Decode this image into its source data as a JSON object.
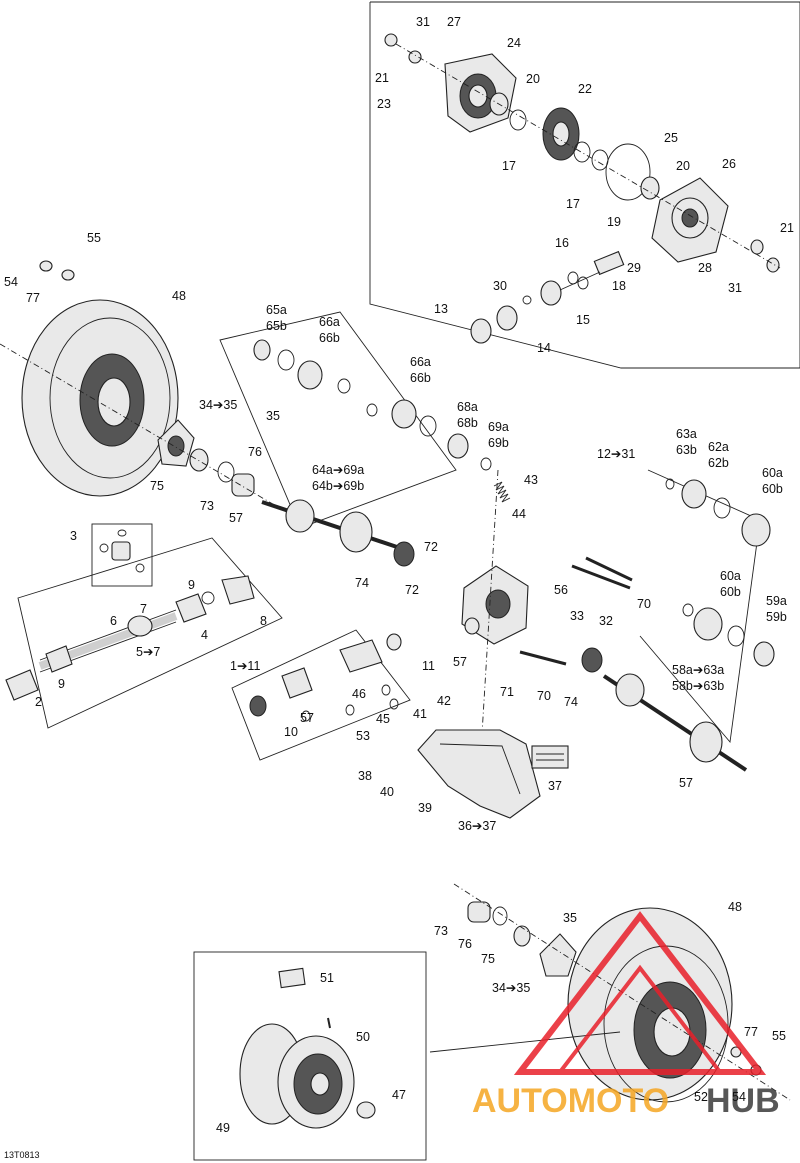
{
  "diagram_code": "13T0813",
  "watermark": {
    "auto": "AUTOMOTO",
    "hub": "HUB",
    "accent_color": "#e8202a",
    "secondary_color": "#f5a623",
    "text_color": "#3a3a3a"
  },
  "labels": {
    "l31a": "31",
    "l27": "27",
    "l24": "24",
    "l21a": "21",
    "l23": "23",
    "l20a": "20",
    "l22": "22",
    "l17a": "17",
    "l17b": "17",
    "l25": "25",
    "l20b": "20",
    "l26": "26",
    "l19": "19",
    "l16": "16",
    "l29": "29",
    "l21b": "21",
    "l28": "28",
    "l30": "30",
    "l18": "18",
    "l31b": "31",
    "l13": "13",
    "l15": "15",
    "l14": "14",
    "l55a": "55",
    "l54a": "54",
    "l77a": "77",
    "l48a": "48",
    "l65a": "65a",
    "l65b": "65b",
    "l66a1": "66a",
    "l66b1": "66b",
    "l66a2": "66a",
    "l66b2": "66b",
    "l68a": "68a",
    "l68b": "68b",
    "l69a": "69a",
    "l69b": "69b",
    "l34_35a": "34➔35",
    "l35a": "35",
    "l76a": "76",
    "l75a": "75",
    "l73a": "73",
    "l57a": "57",
    "l64a": "64a➔69a",
    "l64b": "64b➔69b",
    "l12_31": "12➔31",
    "l43": "43",
    "l44": "44",
    "l63a": "63a",
    "l63b": "63b",
    "l62a": "62a",
    "l62b": "62b",
    "l60a1": "60a",
    "l60b1": "60b",
    "l60a2": "60a",
    "l60b2": "60b",
    "l59a": "59a",
    "l59b": "59b",
    "l58a": "58a➔63a",
    "l58b": "58b➔63b",
    "l3": "3",
    "l9a": "9",
    "l8": "8",
    "l72a": "72",
    "l72b": "72",
    "l74a": "74",
    "l56": "56",
    "l70a": "70",
    "l33": "33",
    "l32": "32",
    "l7": "7",
    "l6": "6",
    "l4": "4",
    "l5_7": "5➔7",
    "l1_11": "1➔11",
    "l9b": "9",
    "l2": "2",
    "l57b": "57",
    "l11": "11",
    "l71": "71",
    "l70b": "70",
    "l74b": "74",
    "l46": "46",
    "l42": "42",
    "l41": "41",
    "l57c": "57",
    "l45": "45",
    "l10": "10",
    "l53": "53",
    "l37": "37",
    "l38": "38",
    "l40": "40",
    "l39": "39",
    "l36_37": "36➔37",
    "l57d": "57",
    "l73b": "73",
    "l76b": "76",
    "l75b": "75",
    "l35b": "35",
    "l34_35b": "34➔35",
    "l48b": "48",
    "l51": "51",
    "l50": "50",
    "l49": "49",
    "l47": "47",
    "l77b": "77",
    "l55b": "55",
    "l52": "52",
    "l54b": "54"
  }
}
